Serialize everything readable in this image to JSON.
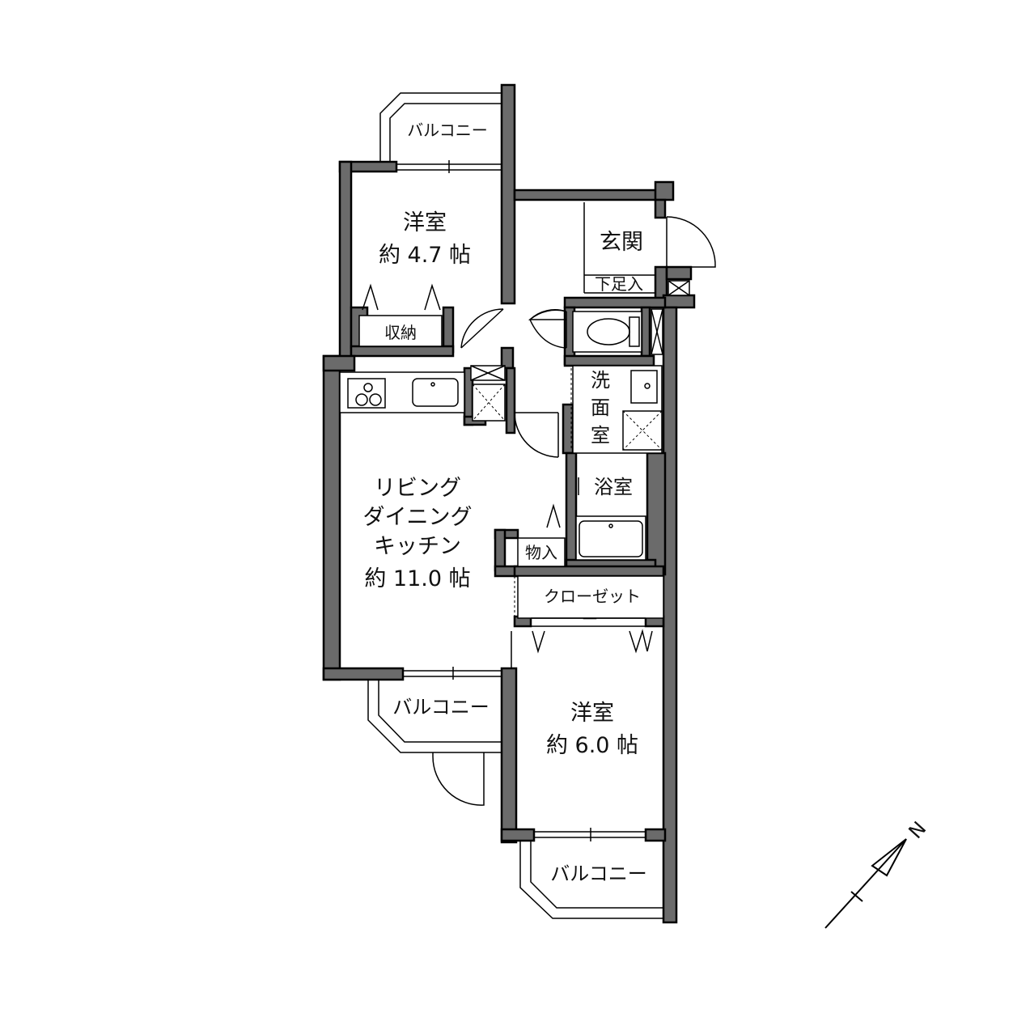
{
  "rooms": {
    "western_small": {
      "name": "洋室",
      "size": "約 4.7 帖"
    },
    "storage_small": {
      "name": "収納"
    },
    "entrance": {
      "name": "玄関"
    },
    "shoe_storage": {
      "name": "下足入"
    },
    "washroom": {
      "line1": "洗",
      "line2": "面",
      "line3": "室"
    },
    "bathroom": {
      "name": "浴室"
    },
    "ldk": {
      "line1": "リビング",
      "line2": "ダイニング",
      "line3": "キッチン",
      "size": "約 11.0 帖"
    },
    "storage_items": {
      "name": "物入"
    },
    "closet": {
      "name": "クローゼット"
    },
    "western_large": {
      "name": "洋室",
      "size": "約 6.0 帖"
    }
  },
  "balconies": {
    "top": "バルコニー",
    "middle": "バルコニー",
    "bottom": "バルコニー"
  },
  "compass": {
    "label": "N"
  },
  "colors": {
    "wall": "#6b6b6b",
    "line": "#000000",
    "background": "#ffffff"
  }
}
